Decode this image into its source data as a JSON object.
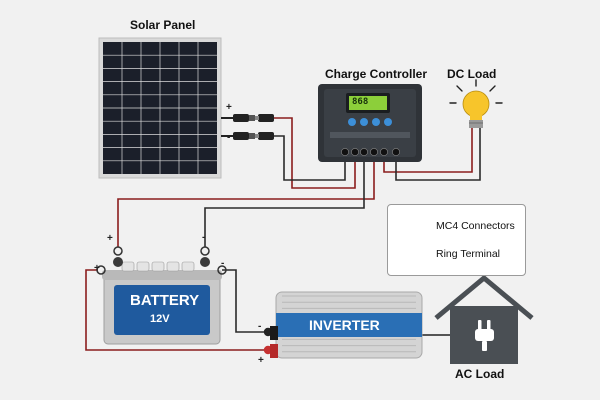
{
  "title_labels": {
    "solar_panel": "Solar Panel",
    "charge_controller": "Charge Controller",
    "dc_load": "DC Load",
    "ac_load": "AC Load"
  },
  "controller_display": "868",
  "battery": {
    "name": "BATTERY",
    "voltage": "12V"
  },
  "inverter": {
    "name": "INVERTER"
  },
  "legend": {
    "items": [
      {
        "label": "MC4 Connectors",
        "icon": "mc4-connector-icon"
      },
      {
        "label": "Ring Terminal",
        "icon": "ring-terminal-icon"
      }
    ]
  },
  "terminal_signs": {
    "panel_positive": "+",
    "panel_negative": "-",
    "battery_positive": "+",
    "battery_negative": "-",
    "battery_post_positive": "+",
    "battery_post_negative": "-",
    "inverter_negative": "-",
    "inverter_positive": "+"
  },
  "colors": {
    "wire_red": "#8b1d1d",
    "wire_black": "#2a2a2a",
    "inverter_blue": "#2a6fb5",
    "battery_blue": "#1f5a9e",
    "house_gray": "#4a4f54",
    "bulb_yellow": "#f7c52b"
  }
}
